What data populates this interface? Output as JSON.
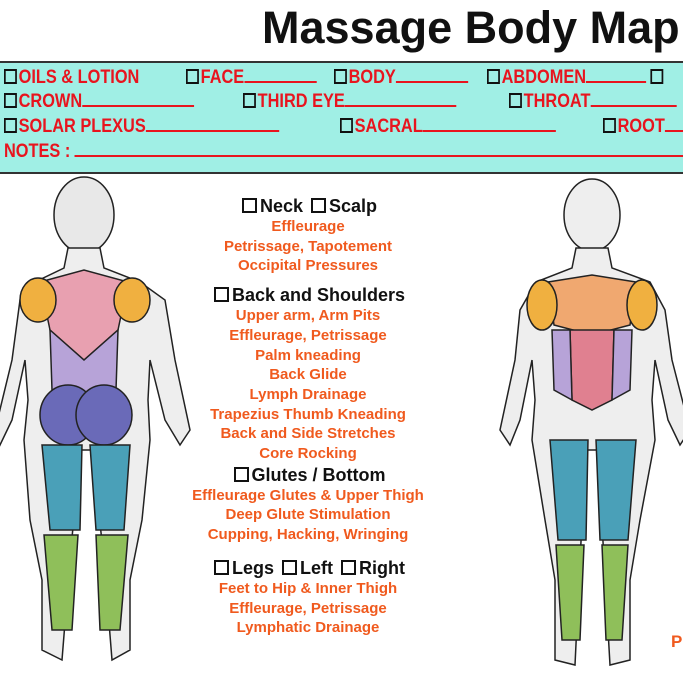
{
  "title": "Massage Body Map",
  "options": {
    "row1": [
      "OILS & LOTION",
      "FACE",
      "BODY",
      "ABDOMEN"
    ],
    "row2": [
      "CROWN",
      "THIRD EYE",
      "THROAT"
    ],
    "row3": [
      "SOLAR PLEXUS",
      "SACRAL",
      "ROOT"
    ],
    "notes": "NOTES :"
  },
  "sections": [
    {
      "heading_parts": [
        "Neck",
        "Scalp"
      ],
      "items": [
        "Effleurage",
        "Petrissage, Tapotement",
        "Occipital Pressures"
      ]
    },
    {
      "heading_parts": [
        "Back and Shoulders"
      ],
      "items": [
        "Upper arm, Arm Pits",
        "Effleurage, Petrissage",
        "Palm kneading",
        "Back Glide",
        "Lymph Drainage",
        "Trapezius Thumb Kneading",
        "Back and Side Stretches",
        "Core Rocking"
      ]
    },
    {
      "heading_parts": [
        "Glutes / Bottom"
      ],
      "items": [
        "Effleurage Glutes & Upper Thigh",
        "Deep Glute Stimulation",
        "Cupping, Hacking, Wringing"
      ]
    },
    {
      "heading_parts": [
        "Legs",
        "Left",
        "Right"
      ],
      "items": [
        "Feet to Hip & Inner Thigh",
        "Effleurage, Petrissage",
        "Lymphatic Drainage"
      ]
    }
  ],
  "corner_text": "P",
  "colors": {
    "panel": "#a0efe5",
    "red": "#e8141e",
    "orange": "#f05a1e"
  }
}
